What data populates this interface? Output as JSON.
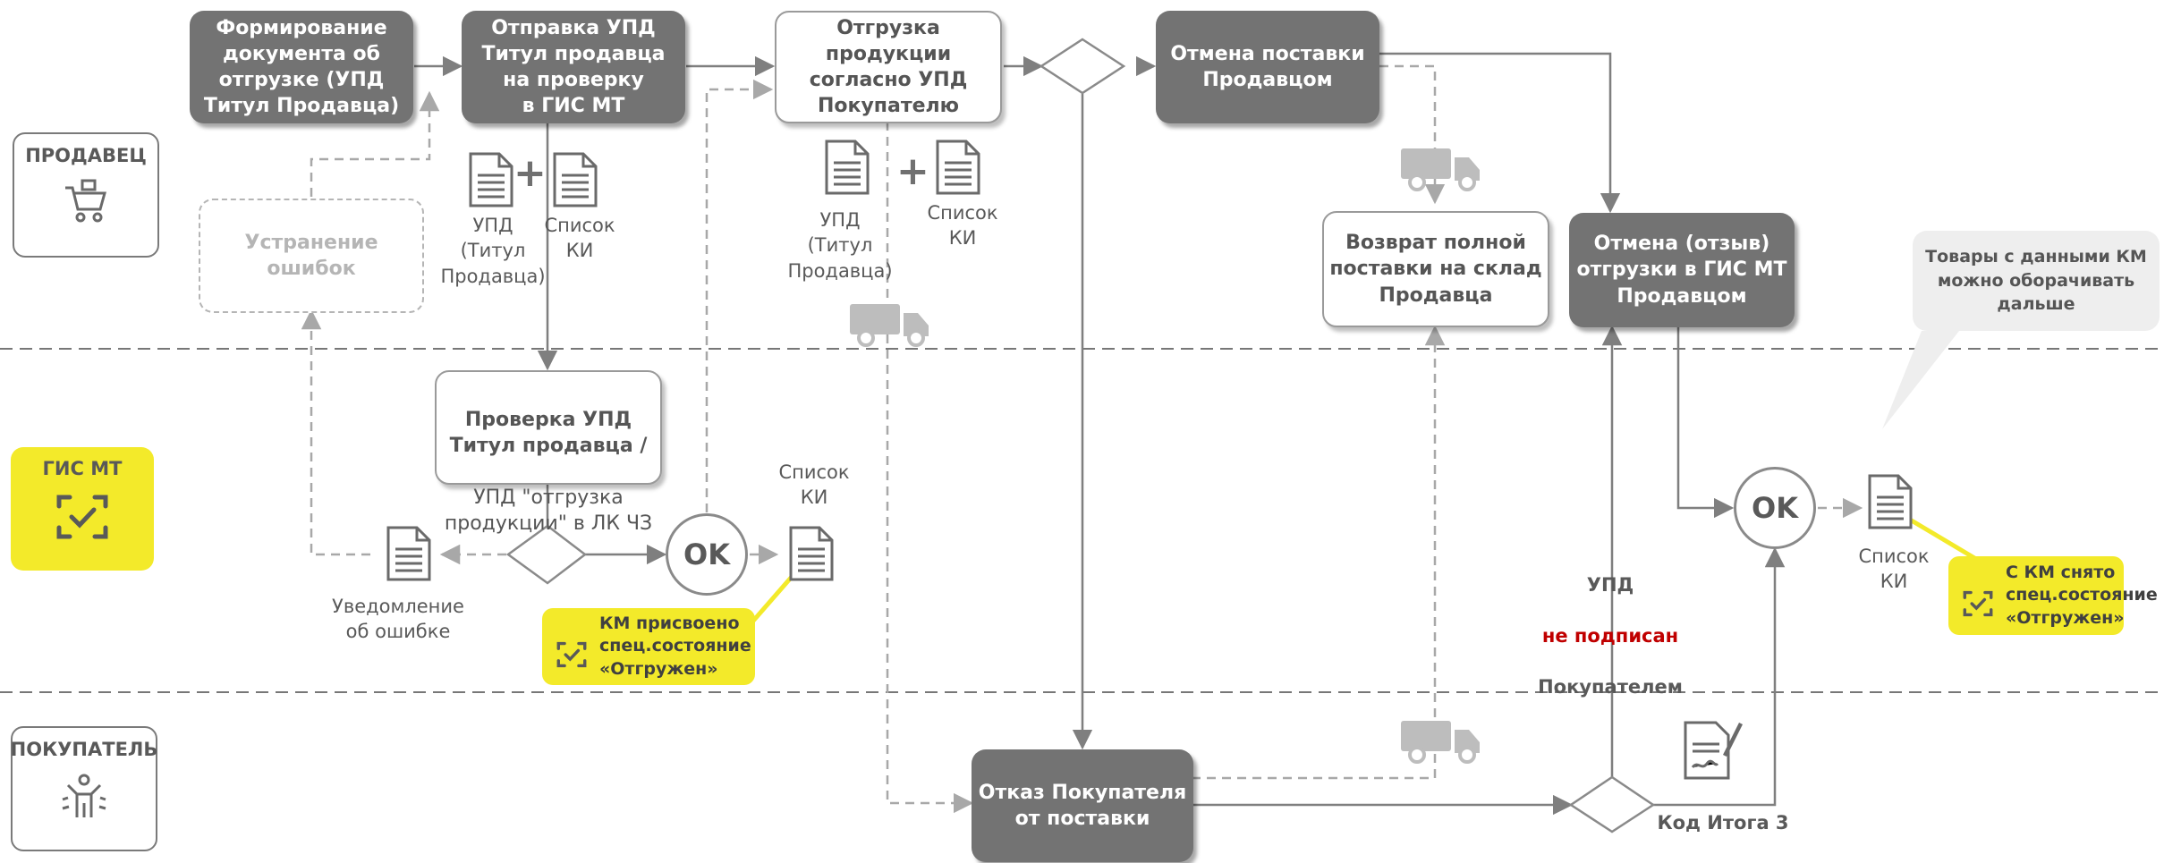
{
  "roles": {
    "seller": "ПРОДАВЕЦ",
    "gis": "ГИС МТ",
    "buyer": "ПОКУПАТЕЛЬ"
  },
  "boxes": {
    "form_doc": "Формирование\nдокумента об\nотгрузке (УПД\nТитул Продавца)",
    "send_upd": "Отправка УПД\nТитул продавца\nна проверку\nв ГИС МТ",
    "ship_goods": "Отгрузка\nпродукции\nсогласно УПД\nПокупателю",
    "cancel_supply": "Отмена поставки\nПродавцом",
    "fix_errors": "Устранение\nошибок",
    "return_supply": "Возврат полной\nпоставки на склад\nПродавца",
    "cancel_shipment": "Отмена (отзыв)\nотгрузки в ГИС МТ\nПродавцом",
    "buyer_refusal": "Отказ Покупателя\nот поставки"
  },
  "check_box": {
    "title": "Проверка УПД\nТитул продавца /",
    "body": "УПД \"отгрузка\nпродукции\" в ЛК ЧЗ"
  },
  "labels": {
    "upd_seller_1": "УПД\n(Титул\nПродавца)",
    "ki_list_1": "Список\nКИ",
    "upd_seller_2": "УПД\n(Титул\nПродавца)",
    "ki_list_2": "Список\nКИ",
    "ki_list_3": "Список\nКИ",
    "ki_list_4": "Список\nКИ",
    "error_notice": "Уведомление\nоб ошибке",
    "upd_line1": "УПД",
    "upd_line2": "не подписан",
    "upd_line3": "Покупателем",
    "result_code": "Код Итога 3"
  },
  "ok_label": "OK",
  "plus_sign": "+",
  "notes": {
    "assigned": "КМ присвоено\nспец.состояние\n«Отгружен»",
    "removed": "С КМ снято\nспец.состояние\n«Отгружен»"
  },
  "callout": "Товары с данными КМ\nможно оборачивать\nдальше",
  "colors": {
    "dark_box": "#737373",
    "accent_yellow": "#f3ea2a",
    "warning_red": "#c00000",
    "line": "#8a8a8a"
  }
}
